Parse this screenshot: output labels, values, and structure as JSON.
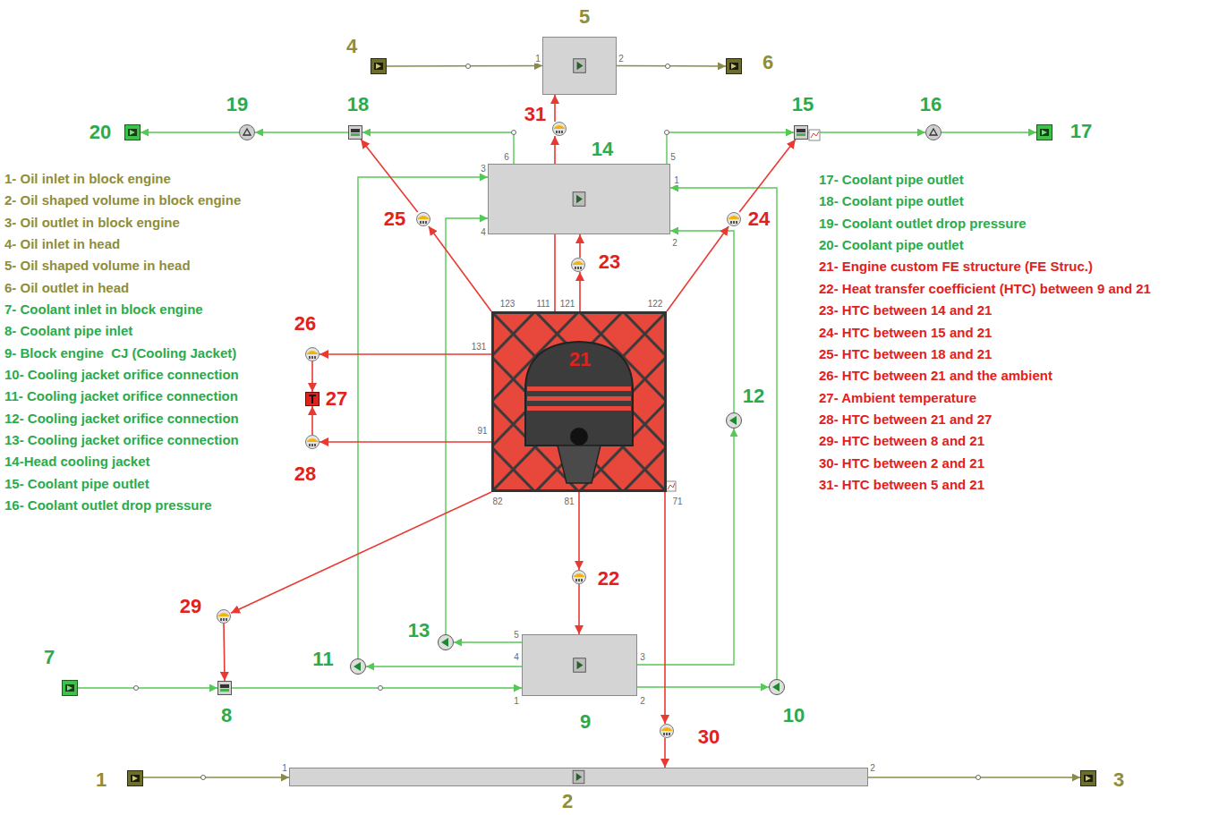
{
  "diagram": {
    "nodes": [
      {
        "text": [
          "1"
        ]
      },
      {
        "text": [
          "2"
        ]
      },
      {
        "text": [
          "3"
        ]
      },
      {
        "text": [
          "4"
        ]
      },
      {
        "text": [
          "5"
        ]
      },
      {
        "text": [
          "6"
        ]
      },
      {
        "text": [
          "7"
        ]
      },
      {
        "text": [
          "8"
        ]
      },
      {
        "text": [
          "9"
        ]
      },
      {
        "text": [
          "10"
        ]
      },
      {
        "text": [
          "11"
        ]
      },
      {
        "text": [
          "12"
        ]
      },
      {
        "text": [
          "13"
        ]
      },
      {
        "text": [
          "14"
        ]
      },
      {
        "text": [
          "15"
        ]
      },
      {
        "text": [
          "16"
        ]
      },
      {
        "text": [
          "17"
        ]
      },
      {
        "text": [
          "18"
        ]
      },
      {
        "text": [
          "19"
        ]
      },
      {
        "text": [
          "20"
        ]
      },
      {
        "text": [
          "21"
        ]
      },
      {
        "text": [
          "22"
        ]
      },
      {
        "text": [
          "23"
        ]
      },
      {
        "text": [
          "24"
        ]
      },
      {
        "text": [
          "25"
        ]
      },
      {
        "text": [
          "26"
        ]
      },
      {
        "text": [
          "27"
        ]
      },
      {
        "text": [
          "28"
        ]
      },
      {
        "text": [
          "29"
        ]
      },
      {
        "text": [
          "30"
        ]
      },
      {
        "text": [
          "31"
        ]
      }
    ],
    "edges": [
      {
        "from": 3,
        "to": 4,
        "arrow": "to"
      },
      {
        "from": 4,
        "to": 5,
        "arrow": "to"
      },
      {
        "from": 0,
        "to": 1,
        "arrow": "to"
      },
      {
        "from": 1,
        "to": 2,
        "arrow": "to"
      },
      {
        "from": 6,
        "to": 7,
        "arrow": "to"
      },
      {
        "from": 7,
        "to": 8,
        "arrow": "to"
      },
      {
        "from": 8,
        "to": 9,
        "arrow": "to"
      },
      {
        "from": 9,
        "to": 13,
        "arrow": "to"
      },
      {
        "from": 8,
        "to": 10,
        "arrow": "to"
      },
      {
        "from": 10,
        "to": 13,
        "arrow": "to"
      },
      {
        "from": 8,
        "to": 12,
        "arrow": "to"
      },
      {
        "from": 12,
        "to": 13,
        "arrow": "to"
      },
      {
        "from": 8,
        "to": 11,
        "arrow": "to"
      },
      {
        "from": 11,
        "to": 13,
        "arrow": "to"
      },
      {
        "from": 13,
        "to": 17,
        "arrow": "to"
      },
      {
        "from": 17,
        "to": 18,
        "arrow": "to"
      },
      {
        "from": 18,
        "to": 19,
        "arrow": "to"
      },
      {
        "from": 13,
        "to": 14,
        "arrow": "to"
      },
      {
        "from": 14,
        "to": 15,
        "arrow": "to"
      },
      {
        "from": 15,
        "to": 16,
        "arrow": "to"
      },
      {
        "from": 20,
        "to": 21,
        "arrow": "to"
      },
      {
        "from": 21,
        "to": 8,
        "arrow": "to"
      },
      {
        "from": 20,
        "to": 22,
        "arrow": "to"
      },
      {
        "from": 22,
        "to": 13,
        "arrow": "to"
      },
      {
        "from": 20,
        "to": 30,
        "arrow": "to"
      },
      {
        "from": 30,
        "to": 4,
        "arrow": "to"
      },
      {
        "from": 20,
        "to": 23,
        "arrow": "to"
      },
      {
        "from": 23,
        "to": 14,
        "arrow": "to"
      },
      {
        "from": 20,
        "to": 24,
        "arrow": "to"
      },
      {
        "from": 24,
        "to": 17,
        "arrow": "to"
      },
      {
        "from": 20,
        "to": 25,
        "arrow": "to"
      },
      {
        "from": 25,
        "to": 26,
        "arrow": "to"
      },
      {
        "from": 27,
        "to": 26,
        "arrow": "to"
      },
      {
        "from": 20,
        "to": 27,
        "arrow": "to"
      },
      {
        "from": 20,
        "to": 28,
        "arrow": "to"
      },
      {
        "from": 28,
        "to": 7,
        "arrow": "to"
      },
      {
        "from": 20,
        "to": 29,
        "arrow": "to"
      },
      {
        "from": 29,
        "to": 1,
        "arrow": "to"
      }
    ],
    "labels": [
      "1",
      "2",
      "3",
      "6",
      "5",
      "1",
      "4",
      "2",
      "1",
      "2",
      "3",
      "4",
      "5",
      "1",
      "2",
      "123",
      "111",
      "121",
      "122",
      "131",
      "91",
      "82",
      "81",
      "71",
      "1- Oil inlet in block engine",
      "2- Oil shaped volume in block engine",
      "3- Oil outlet in block engine",
      "4- Oil inlet in head",
      "5- Oil shaped volume in head",
      "6- Oil outlet in head",
      "7- Coolant inlet in block engine",
      "8- Coolant pipe inlet",
      "9- Block engine  CJ (Cooling Jacket)",
      "10- Cooling jacket orifice connection",
      "11- Cooling jacket orifice connection",
      "12- Cooling jacket orifice connection",
      "13- Cooling jacket orifice connection",
      "14-Head cooling jacket",
      "15- Coolant pipe outlet",
      "16- Coolant outlet drop pressure",
      "17- Coolant pipe outlet",
      "18- Coolant pipe outlet",
      "19- Coolant outlet drop pressure",
      "20- Coolant pipe outlet",
      "21- Engine custom FE structure (FE Struc.)",
      "22- Heat transfer coefficient (HTC) between 9 and 21",
      "23- HTC between 14 and 21",
      "24- HTC between 15 and 21",
      "25- HTC between 18 and 21",
      "26- HTC between 21 and the ambient",
      "27- Ambient temperature",
      "28- HTC between 21 and 27",
      "29- HTC between 8 and 21",
      "30- HTC between 2 and 21",
      "31- HTC between 5 and 21"
    ]
  }
}
